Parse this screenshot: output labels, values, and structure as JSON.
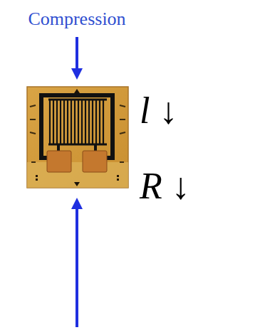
{
  "diagram": {
    "title": "Compression",
    "labels": [
      "l ↓",
      "R ↓"
    ]
  }
}
